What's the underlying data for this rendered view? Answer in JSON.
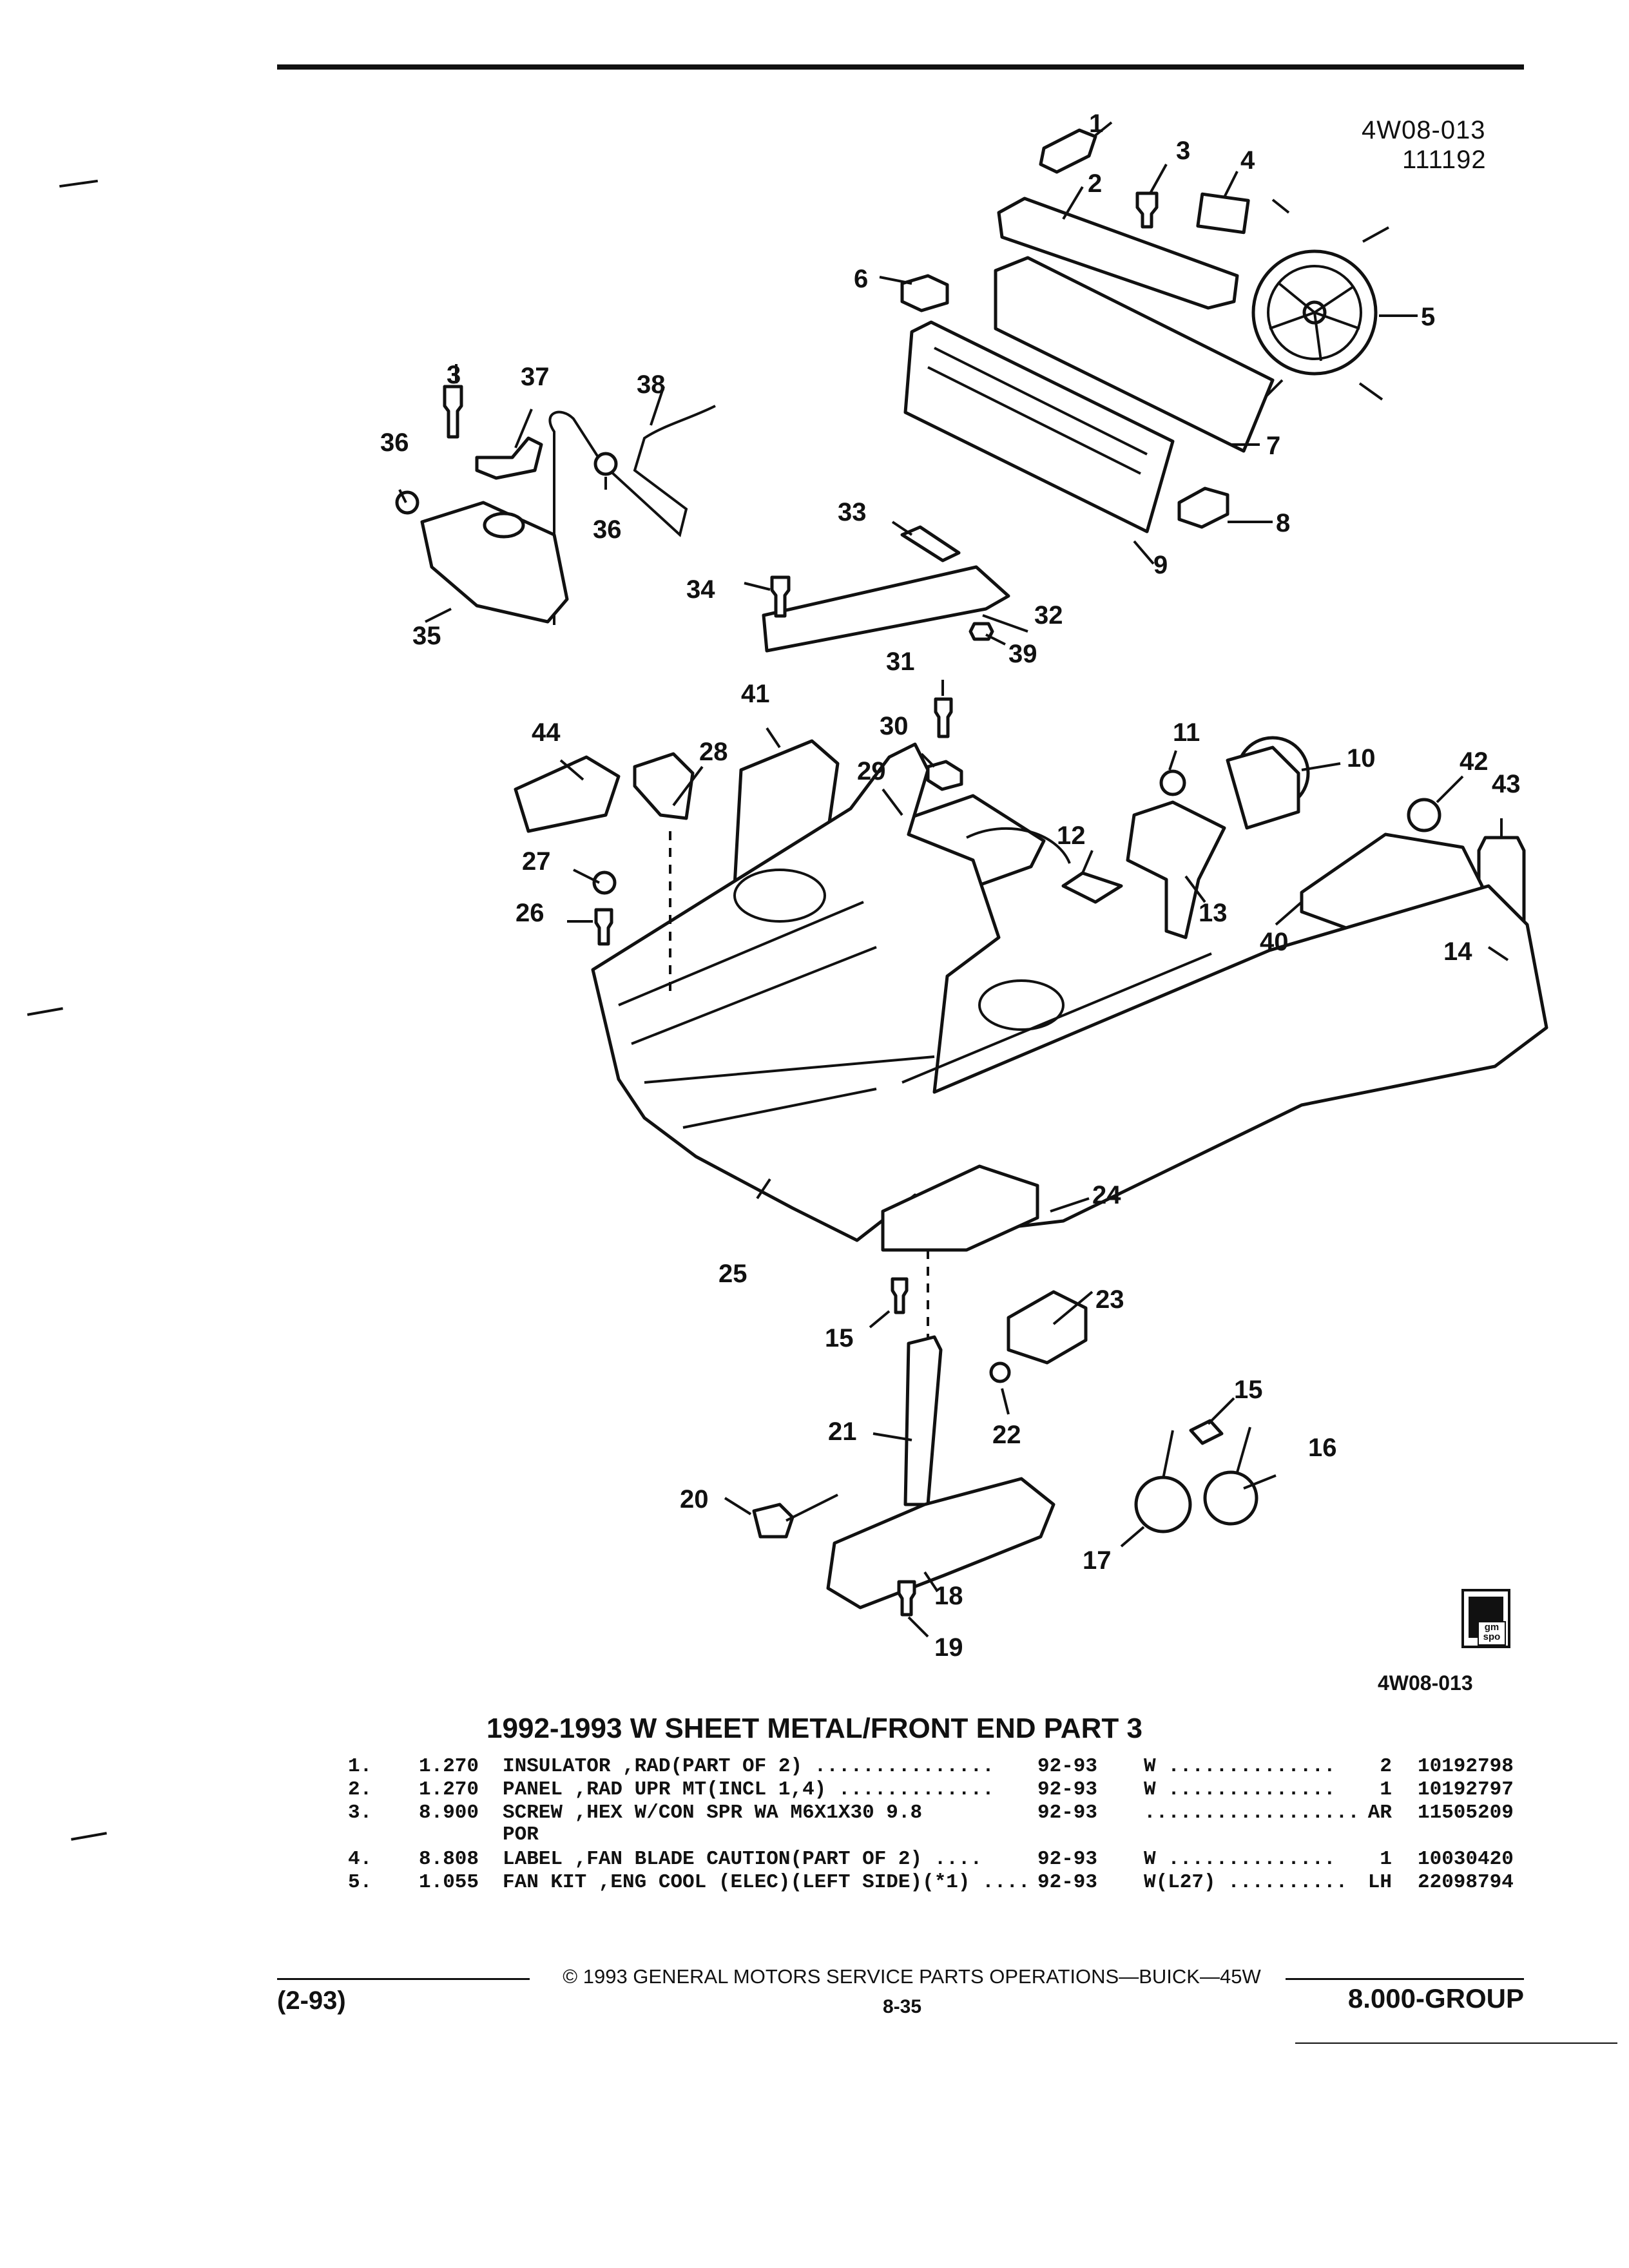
{
  "header": {
    "figure_code": "4W08-013",
    "figure_date": "111192"
  },
  "figure": {
    "callouts": [
      "1",
      "2",
      "3",
      "4",
      "5",
      "6",
      "7",
      "3",
      "37",
      "38",
      "36",
      "36",
      "8",
      "33",
      "9",
      "35",
      "34",
      "32",
      "39",
      "31",
      "41",
      "30",
      "11",
      "10",
      "42",
      "44",
      "28",
      "29",
      "43",
      "12",
      "27",
      "26",
      "13",
      "40",
      "14",
      "24",
      "25",
      "23",
      "15",
      "21",
      "22",
      "15",
      "16",
      "20",
      "17",
      "18",
      "19"
    ],
    "footer_code": "4W08-013"
  },
  "section_title": "1992-1993 W SHEET METAL/FRONT END PART 3",
  "parts": [
    {
      "num": "1.",
      "group": "1.270",
      "desc": "INSULATOR ,RAD(PART OF 2) ...............",
      "desc2": "",
      "years": "92-93",
      "series": "W ..............",
      "qty": "2",
      "part_no": "10192798"
    },
    {
      "num": "2.",
      "group": "1.270",
      "desc": "PANEL ,RAD UPR MT(INCL 1,4) .............",
      "desc2": "",
      "years": "92-93",
      "series": "W ..............",
      "qty": "1",
      "part_no": "10192797"
    },
    {
      "num": "3.",
      "group": "8.900",
      "desc": "SCREW ,HEX W/CON SPR WA M6X1X30 9.8",
      "desc2": "POR",
      "years": "92-93",
      "series": "..................",
      "qty": "AR",
      "part_no": "11505209"
    },
    {
      "num": "4.",
      "group": "8.808",
      "desc": "LABEL ,FAN BLADE CAUTION(PART OF 2) ....",
      "desc2": "",
      "years": "92-93",
      "series": "W ..............",
      "qty": "1",
      "part_no": "10030420"
    },
    {
      "num": "5.",
      "group": "1.055",
      "desc": "FAN KIT ,ENG COOL (ELEC)(LEFT SIDE)(*1) ....",
      "desc2": "",
      "years": "92-93",
      "series": "W(L27) ..........",
      "qty": "LH",
      "part_no": "22098794"
    }
  ],
  "footer": {
    "copyright": "© 1993 GENERAL MOTORS SERVICE PARTS OPERATIONS—BUICK—45W",
    "page": "8-35",
    "date_code": "(2-93)",
    "group": "8.000-GROUP"
  },
  "logo": {
    "text": "gm spo"
  }
}
